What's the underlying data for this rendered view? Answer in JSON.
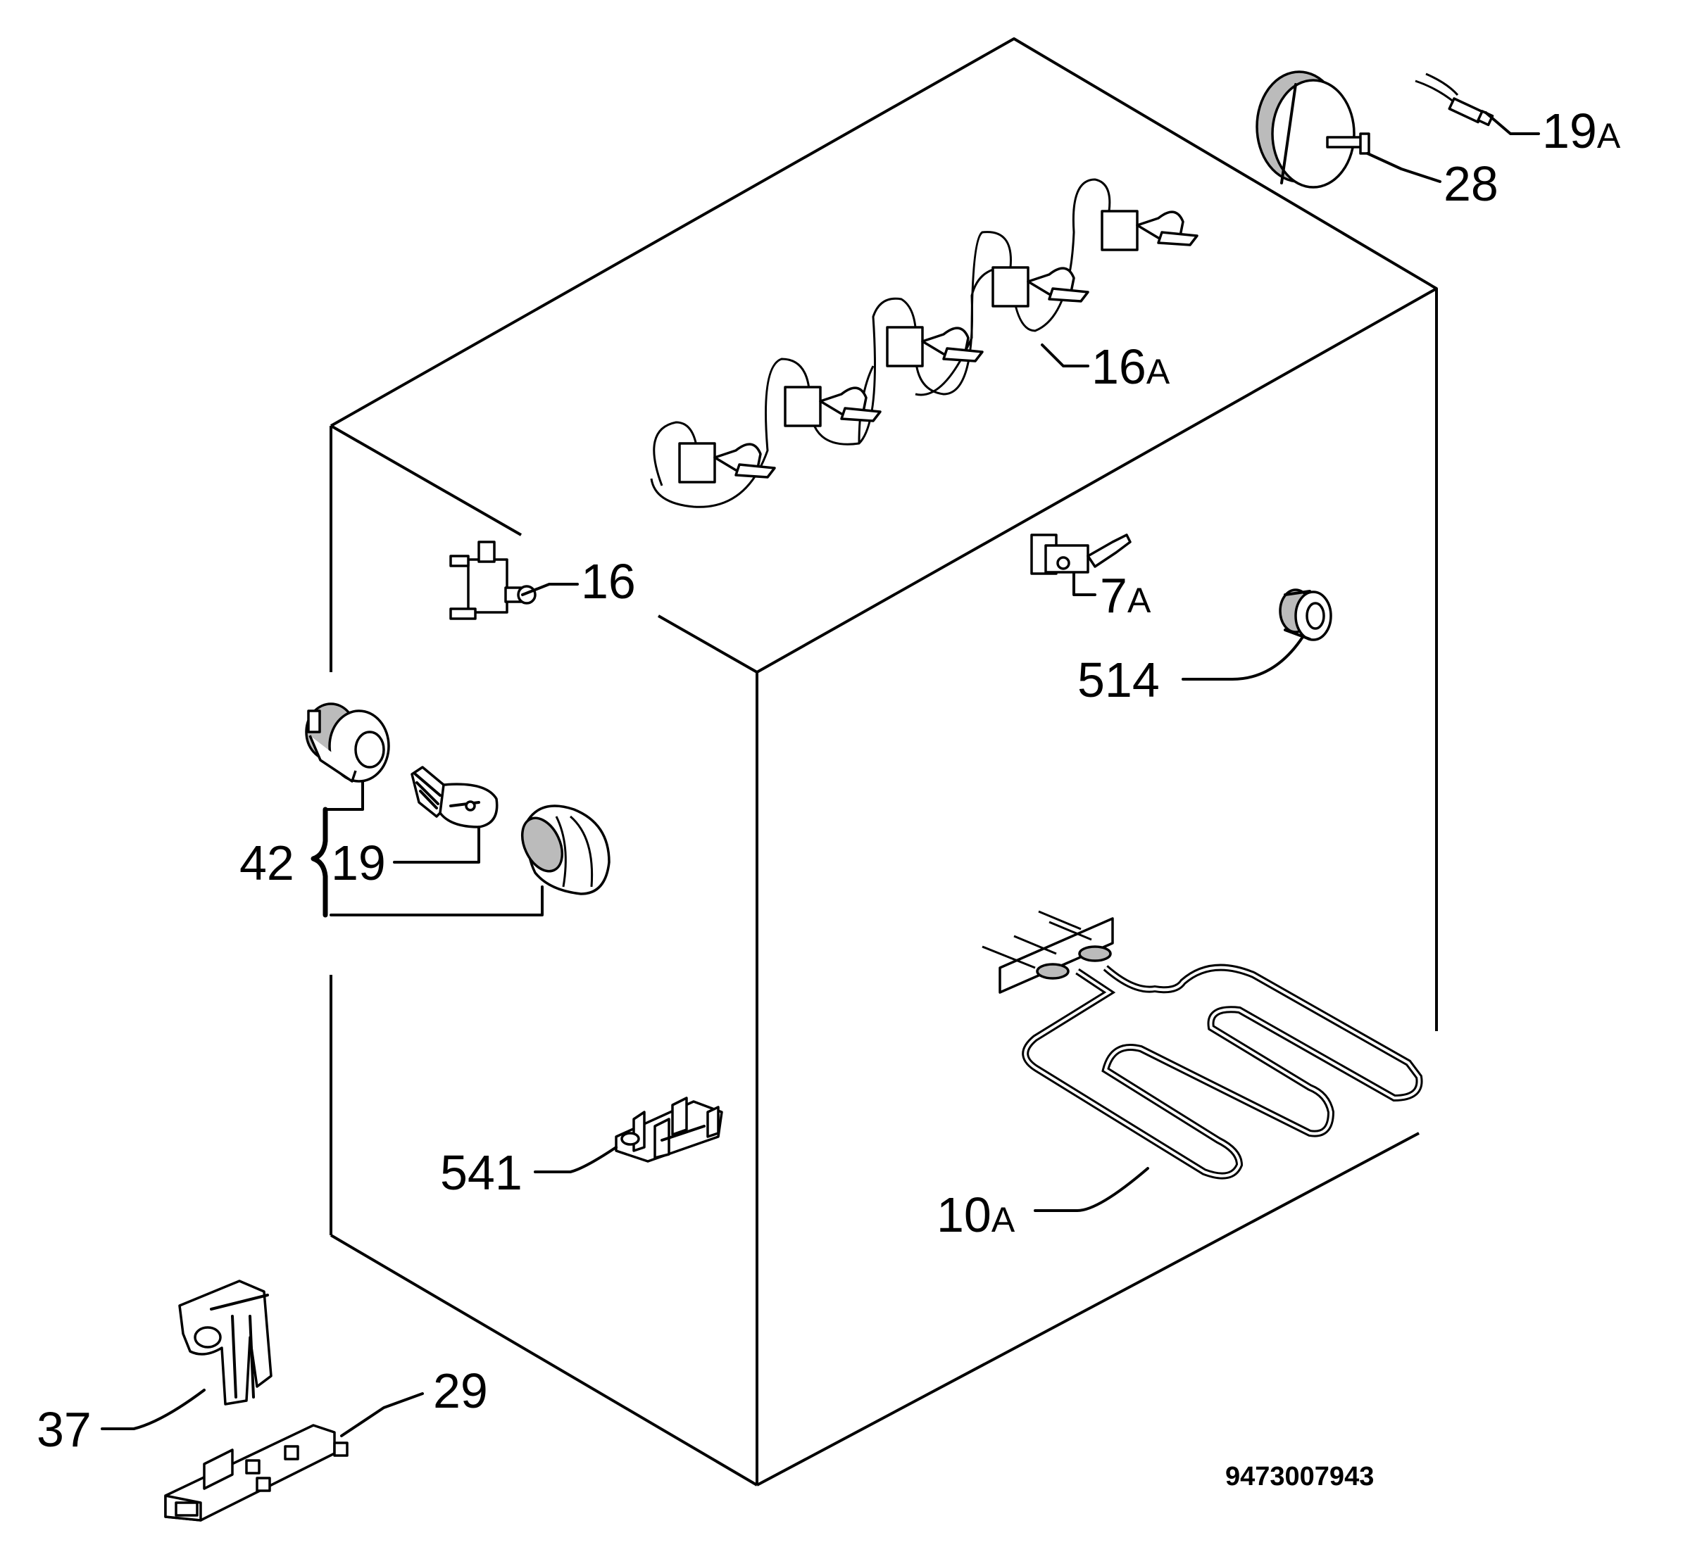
{
  "diagram": {
    "labels": {
      "l19a": {
        "num": "19",
        "suffix": "A"
      },
      "l28": {
        "num": "28"
      },
      "l16a": {
        "num": "16",
        "suffix": "A"
      },
      "l16": {
        "num": "16"
      },
      "l7a": {
        "num": "7",
        "suffix": "A"
      },
      "l514": {
        "num": "514"
      },
      "l42": {
        "num": "42"
      },
      "l19": {
        "num": "19"
      },
      "l541": {
        "num": "541"
      },
      "l10a": {
        "num": "10",
        "suffix": "A"
      },
      "l37": {
        "num": "37"
      },
      "l29": {
        "num": "29"
      }
    },
    "code": "9473007943"
  }
}
